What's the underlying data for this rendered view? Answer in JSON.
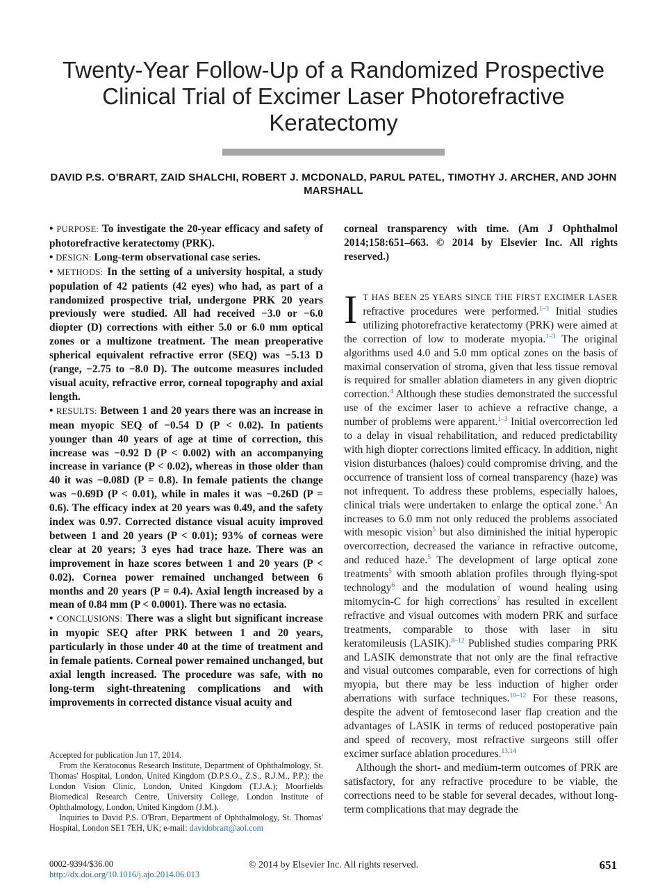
{
  "article": {
    "title": "Twenty-Year Follow-Up of a Randomized Prospective Clinical Trial of Excimer Laser Photorefractive Keratectomy",
    "authors": "DAVID P.S. O'BRART, ZAID SHALCHI, ROBERT J. MCDONALD, PARUL PATEL, TIMOTHY J. ARCHER, AND JOHN MARSHALL"
  },
  "abstract": {
    "purpose_label": "PURPOSE:",
    "purpose_text": "To investigate the 20-year efficacy and safety of photorefractive keratectomy (PRK).",
    "design_label": "DESIGN:",
    "design_text": "Long-term observational case series.",
    "methods_label": "METHODS:",
    "methods_text": "In the setting of a university hospital, a study population of 42 patients (42 eyes) who had, as part of a randomized prospective trial, undergone PRK 20 years previously were studied. All had received −3.0 or −6.0 diopter (D) corrections with either 5.0 or 6.0 mm optical zones or a multizone treatment. The mean preoperative spherical equivalent refractive error (SEQ) was −5.13 D (range, −2.75 to −8.0 D). The outcome measures included visual acuity, refractive error, corneal topography and axial length.",
    "results_label": "RESULTS:",
    "results_text": "Between 1 and 20 years there was an increase in mean myopic SEQ of −0.54 D (P < 0.02). In patients younger than 40 years of age at time of correction, this increase was −0.92 D (P < 0.002) with an accompanying increase in variance (P < 0.02), whereas in those older than 40 it was −0.08D (P = 0.8). In female patients the change was −0.69D (P < 0.01), while in males it was −0.26D (P = 0.6). The efficacy index at 20 years was 0.49, and the safety index was 0.97. Corrected distance visual acuity improved between 1 and 20 years (P < 0.01); 93% of corneas were clear at 20 years; 3 eyes had trace haze. There was an improvement in haze scores between 1 and 20 years (P < 0.02). Cornea power remained unchanged between 6 months and 20 years (P = 0.4). Axial length increased by a mean of 0.84 mm (P < 0.0001). There was no ectasia.",
    "conclusions_label": "CONCLUSIONS:",
    "conclusions_text": "There was a slight but significant increase in myopic SEQ after PRK between 1 and 20 years, particularly in those under 40 at the time of treatment and in female patients. Corneal power remained unchanged, but axial length increased. The procedure was safe, with no long-term sight-threatening complications and with improvements in corrected distance visual acuity and",
    "continuation": "corneal transparency with time. (Am J Ophthalmol 2014;158:651–663. © 2014 by Elsevier Inc. All rights reserved.)"
  },
  "body": {
    "dropcap": "I",
    "p1_lead": "T HAS BEEN 25 YEARS SINCE THE FIRST EXCIMER LASER",
    "p1_a": "refractive procedures were performed.",
    "ref_1_3": "1–3",
    "p1_b": "Initial studies utilizing photorefractive keratectomy (PRK) were aimed at the correction of low to moderate myopia.",
    "p1_c": "The original algorithms used 4.0 and 5.0 mm optical zones on the basis of maximal conservation of stroma, given that less tissue removal is required for smaller ablation diameters in any given dioptric correction.",
    "ref_4": "4",
    "p1_d": "Although these studies demonstrated the successful use of the excimer laser to achieve a refractive change, a number of problems were apparent.",
    "p1_e": "Initial overcorrection led to a delay in visual rehabilitation, and reduced predictability with high diopter corrections limited efficacy. In addition, night vision disturbances (haloes) could compromise driving, and the occurrence of transient loss of corneal transparency (haze) was not infrequent. To address these problems, especially haloes, clinical trials were undertaken to enlarge the optical zone.",
    "ref_5": "5",
    "p1_f": "An increases to 6.0 mm not only reduced the problems associated with mesopic vision",
    "p1_g": "but also diminished the initial hyperopic overcorrection, decreased the variance in refractive outcome, and reduced haze.",
    "p1_h": "The development of large optical zone treatments",
    "p1_i": "with smooth ablation profiles through flying-spot technology",
    "ref_6": "6",
    "p1_j": "and the modulation of wound healing using mitomycin-C for high corrections",
    "ref_7": "7",
    "p1_k": "has resulted in excellent refractive and visual outcomes with modern PRK and surface treatments, comparable to those with laser in situ keratomileusis (LASIK).",
    "ref_8_12": "8–12",
    "p1_l": "Published studies comparing PRK and LASIK demonstrate that not only are the final refractive and visual outcomes comparable, even for corrections of high myopia, but there may be less induction of higher order aberrations with surface techniques.",
    "ref_10_12": "10–12",
    "p1_m": "For these reasons, despite the advent of femtosecond laser flap creation and the advantages of LASIK in terms of reduced postoperative pain and speed of recovery, most refractive surgeons still offer excimer surface ablation procedures.",
    "ref_13_14": "13,14",
    "p2": "Although the short- and medium-term outcomes of PRK are satisfactory, for any refractive procedure to be viable, the corrections need to be stable for several decades, without long-term complications that may degrade the"
  },
  "notes": {
    "accepted": "Accepted for publication Jun 17, 2014.",
    "affiliation": "From the Keratoconus Research Institute, Department of Ophthalmology, St. Thomas' Hospital, London, United Kingdom (D.P.S.O., Z.S., R.J.M., P.P.); the London Vision Clinic, London, United Kingdom (T.J.A.); Moorfields Biomedical Research Centre, University College, London Institute of Ophthalmology, London, United Kingdom (J.M.).",
    "inquiries": "Inquiries to David P.S. O'Brart, Department of Ophthalmology, St. Thomas' Hospital, London SE1 7EH, UK; e-mail:",
    "email": "davidobrart@aol.com"
  },
  "footer": {
    "issn": "0002-9394/$36.00",
    "doi": "http://dx.doi.org/10.1016/j.ajo.2014.06.013",
    "copyright": "© 2014 by Elsevier Inc. All rights reserved.",
    "page": "651"
  }
}
